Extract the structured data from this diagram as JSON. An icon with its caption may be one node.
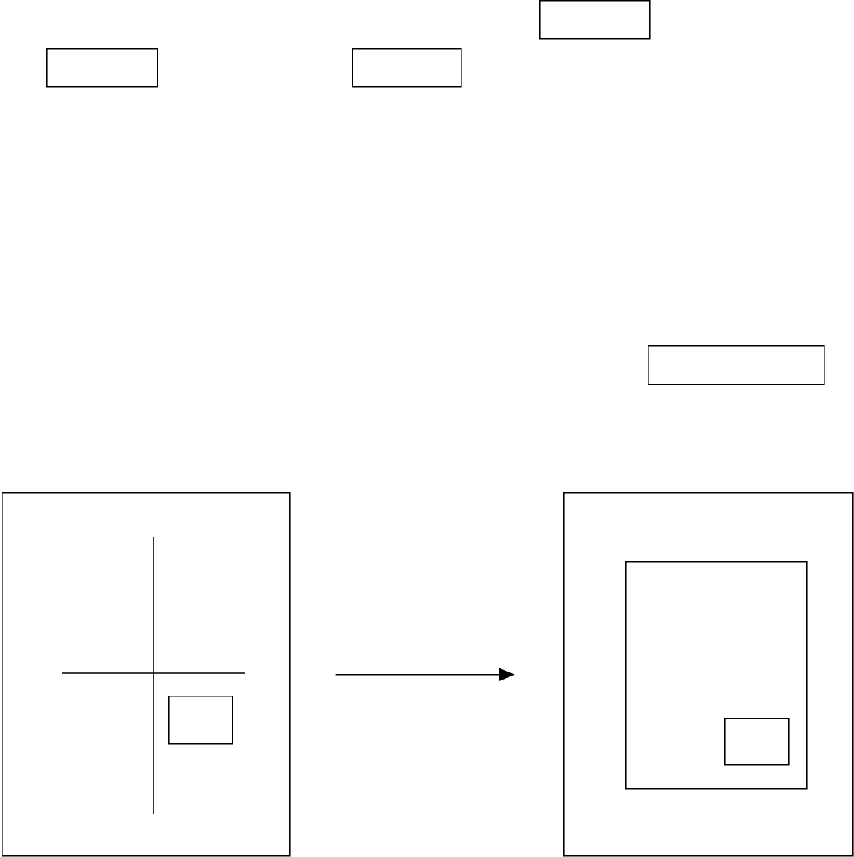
{
  "diagram": {
    "nodes": [
      {
        "text": [],
        "shape": "box"
      },
      {
        "text": [],
        "shape": "box"
      },
      {
        "text": [],
        "shape": "box"
      },
      {
        "text": [],
        "shape": "box"
      },
      {
        "text": [],
        "shape": "box"
      },
      {
        "text": [],
        "shape": "box",
        "in": 4
      },
      {
        "text": [],
        "shape": "box"
      },
      {
        "text": [],
        "shape": "box",
        "in": 6
      },
      {
        "text": [],
        "shape": "box",
        "in": 7
      }
    ],
    "edges": [
      {
        "from": 4,
        "to": 6,
        "arrow": "to"
      }
    ]
  }
}
